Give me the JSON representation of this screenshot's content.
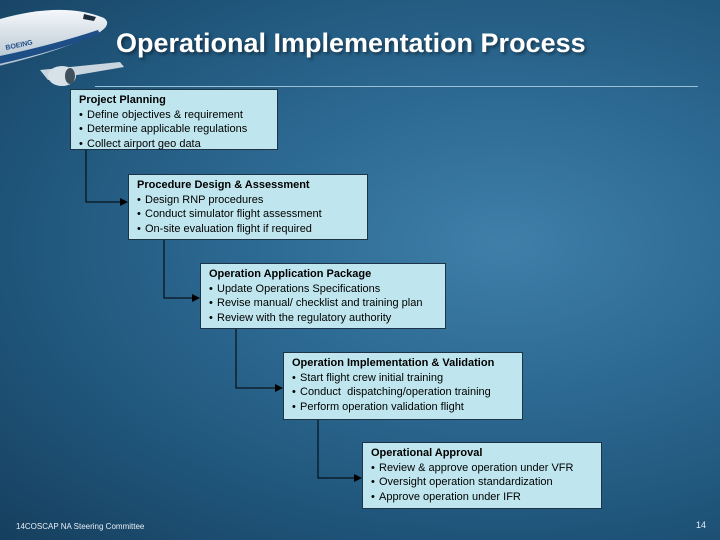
{
  "slide": {
    "title": "Operational Implementation Process",
    "footer": "14COSCAP NA Steering Committee",
    "page_number": "14",
    "plane_logo_text": "BOEING"
  },
  "colors": {
    "background": "#2d6a93",
    "box_fill": "#bfe6ee",
    "box_border": "#1f3347",
    "connector": "#000000",
    "title": "#ffffff"
  },
  "steps": [
    {
      "title": "Project Planning",
      "items": [
        "Define objectives & requirement",
        "Determine applicable regulations",
        "Collect airport geo data"
      ]
    },
    {
      "title": "Procedure Design & Assessment",
      "items": [
        "Design RNP procedures",
        "Conduct simulator flight assessment",
        "On-site evaluation flight if required"
      ]
    },
    {
      "title": "Operation Application Package",
      "items": [
        "Update Operations Specifications",
        "Revise manual/ checklist and training plan",
        "Review with the regulatory authority"
      ]
    },
    {
      "title": "Operation Implementation & Validation",
      "items": [
        "Start flight crew initial training",
        "Conduct  dispatching/operation training",
        "Perform operation validation flight"
      ]
    },
    {
      "title": "Operational Approval",
      "items": [
        "Review & approve operation under VFR",
        "Oversight operation standardization",
        "Approve operation under IFR"
      ]
    }
  ]
}
